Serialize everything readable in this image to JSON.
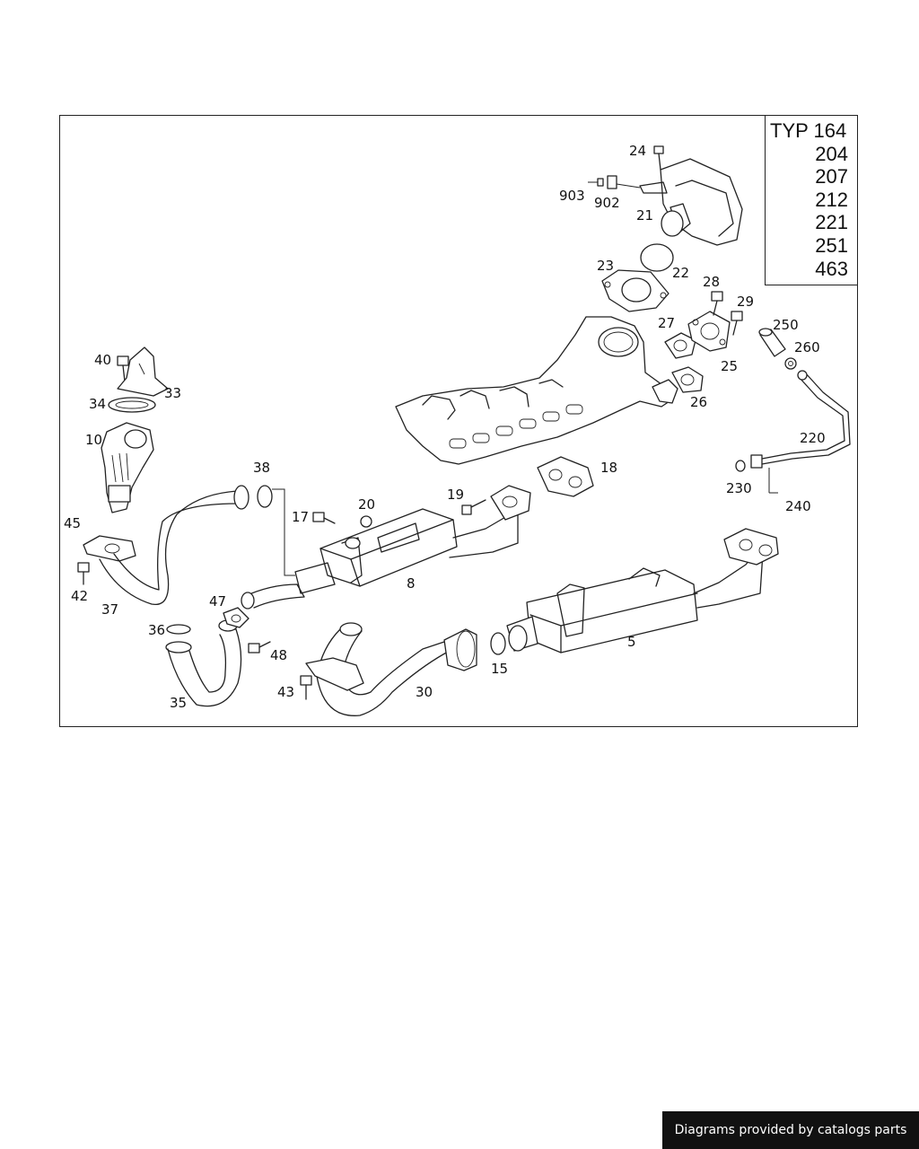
{
  "typ_box": {
    "prefix": "TYP",
    "types": [
      "164",
      "204",
      "207",
      "212",
      "221",
      "251",
      "463"
    ]
  },
  "callouts": [
    "24",
    "903",
    "902",
    "21",
    "22",
    "23",
    "28",
    "29",
    "27",
    "25",
    "250",
    "260",
    "26",
    "40",
    "33",
    "34",
    "10",
    "220",
    "18",
    "38",
    "19",
    "17",
    "20",
    "230",
    "240",
    "45",
    "8",
    "42",
    "37",
    "47",
    "36",
    "48",
    "5",
    "43",
    "30",
    "15",
    "35"
  ],
  "footer": {
    "text": "Diagrams provided by catalogs parts"
  }
}
